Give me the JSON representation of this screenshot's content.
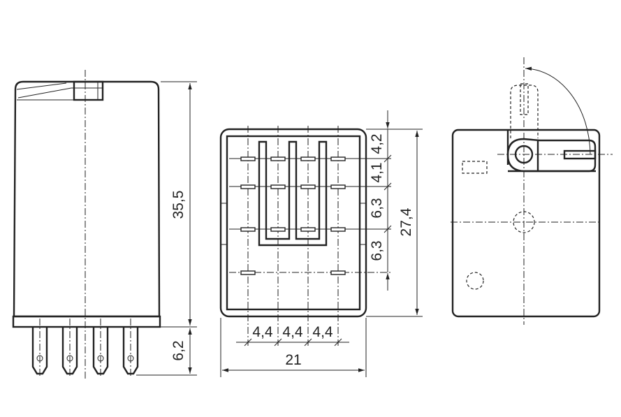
{
  "drawing": {
    "views": [
      "side-view",
      "bottom-view",
      "end-view"
    ],
    "side_view": {
      "height_label": "35,5",
      "pin_length_label": "6,2"
    },
    "bottom_view": {
      "row_spacing_labels": [
        "4,2",
        "4,1",
        "6,3",
        "6,3"
      ],
      "total_height_label": "27,4",
      "pin_pitch_labels": [
        "4,4",
        "4,4",
        "4,4"
      ],
      "width_label": "21"
    }
  }
}
